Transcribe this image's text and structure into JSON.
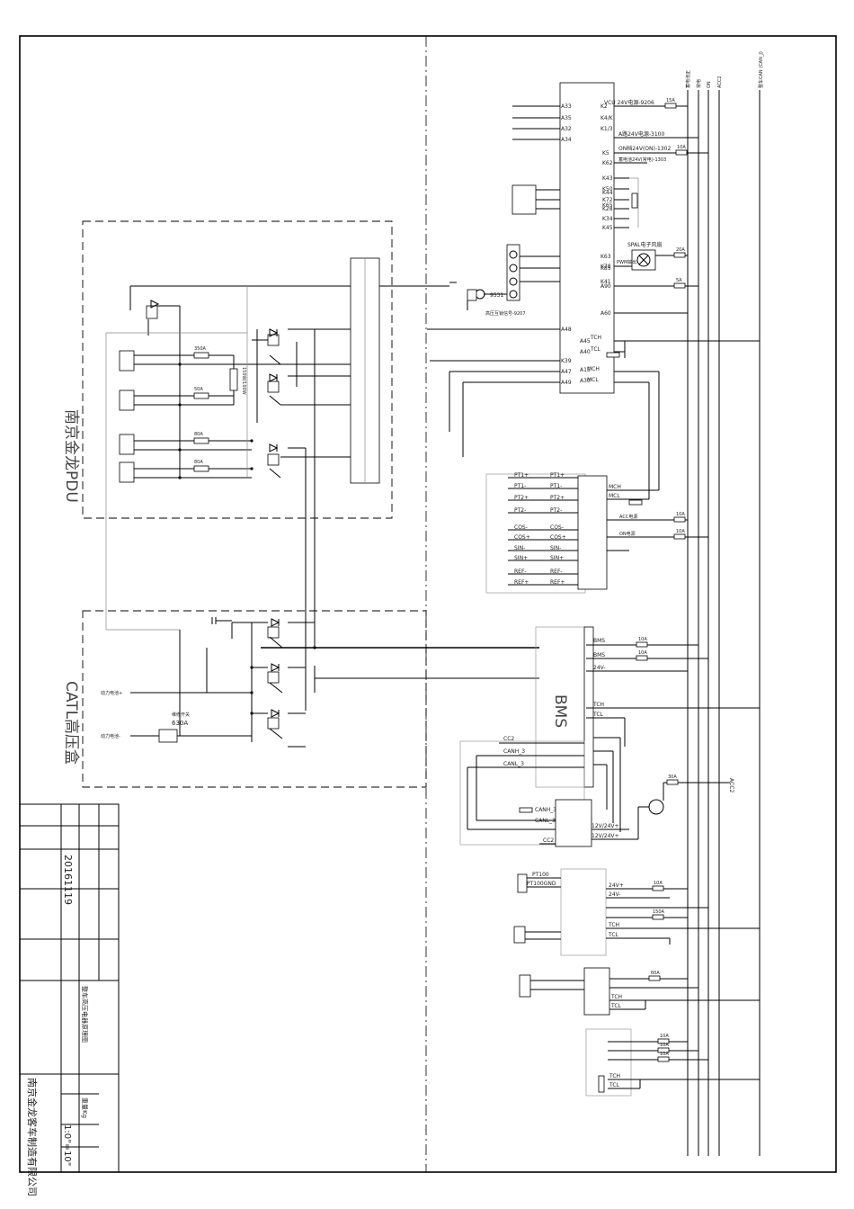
{
  "top_bus": {
    "can": "整车CAN (CAN_J)",
    "acc2": "ACC2",
    "on": "ON",
    "power1": "蓄电池正",
    "power2": "常电"
  },
  "pdu": {
    "title": "南京金龙PDU",
    "fuse1": "350A",
    "fuse2": "50A",
    "fuse3": "80A",
    "fuse4": "80A",
    "resistor": "150W/100W"
  },
  "catl": {
    "title": "CATL高压盒",
    "main_fuse_label": "维修开关",
    "main_fuse_value": "630A",
    "batt_pos": "动力电池+",
    "batt_neg": "动力电池-"
  },
  "vcu": {
    "pins_left": [
      "A33",
      "A35",
      "A32",
      "A34",
      "K2",
      "K4/K",
      "K1/3",
      "K5",
      "K62",
      "K43",
      "K50",
      "K72",
      "K28",
      "K44",
      "K65",
      "K34",
      "K45",
      "K63",
      "K85",
      "K41",
      "K78",
      "A90",
      "A60",
      "A48",
      "A45",
      "A40",
      "K39",
      "A47",
      "A49",
      "A15",
      "A30"
    ],
    "line_vcu_power": "VCU 24V电源-9206",
    "line_a24": "A路24V电源-3100",
    "line_on": "ON档24V(ON)-1302",
    "line_k62": "蓄电池24V(常电)-1303",
    "speed_label": "SPAL电子风扇",
    "pwm": "PWM输出",
    "k9531": "9531",
    "k9207": "高压互锁信号-9207",
    "tch": "TCH",
    "tcl": "TCL",
    "mch": "MCH",
    "mcl": "MCL",
    "fuse_15a": "15A",
    "fuse_10a": "10A",
    "fuse_20a": "20A",
    "fuse_5a": "5A"
  },
  "motor_ctrl": {
    "pins": [
      "PT1+",
      "PT1-",
      "PT2+",
      "PT2-",
      "COS-",
      "COS+",
      "SIN-",
      "SIN+",
      "REF-",
      "REF+"
    ],
    "mch": "MCH",
    "mcl": "MCL",
    "acc": "ACC电源",
    "on": "ON电源",
    "fuse1": "10A",
    "fuse2": "10A"
  },
  "bms": {
    "title": "BMS",
    "pin_bms1": "BMS",
    "pin_bms2": "BMS",
    "pin_24v": "24V-",
    "tch": "TCH",
    "tcl": "TCL",
    "cc2": "CC2",
    "canh": "CANH_3",
    "canl": "CANL_3",
    "fuse1": "10A",
    "fuse2": "10A"
  },
  "charger": {
    "canh": "CANH_3",
    "canl": "CANL_3",
    "v24a": "12V/24V+",
    "v24b": "12V/24V+",
    "cc2": "CC2",
    "fuse": "30A",
    "acc2": "ACC2"
  },
  "dcdc": {
    "pt100": "PT100",
    "pt100gnd": "PT100GND",
    "v24p": "24V+",
    "v24n": "24V-",
    "tch": "TCH",
    "tcl": "TCL",
    "fuse1": "10A",
    "fuse2": "150A"
  },
  "pump": {
    "fuse": "60A",
    "tch": "TCH",
    "tcl": "TCL"
  },
  "compressor": {
    "fuse1": "10A",
    "fuse2": "10A",
    "fuse3": "10A",
    "tch": "TCH",
    "tcl": "TCL"
  },
  "title_block": {
    "company": "南京金龙客车制造有限公司",
    "date": "20161119",
    "scale": "1:0\"=10\"",
    "drawing_title": "整车高压电器原理图",
    "weight": "重量Kg"
  }
}
